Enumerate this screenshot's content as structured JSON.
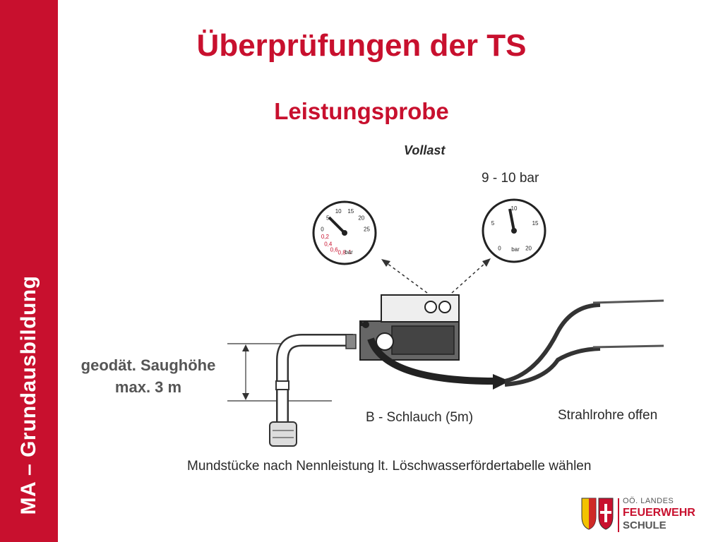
{
  "sidebar": {
    "text": "MA – Grundausbildung"
  },
  "title": "Überprüfungen der TS",
  "subtitle": "Leistungsprobe",
  "diagram": {
    "vollast": "Vollast",
    "pressure": "9 - 10 bar",
    "saughoehe_line1": "geodät. Saughöhe",
    "saughoehe_line2": "max. 3 m",
    "b_schlauch": "B - Schlauch (5m)",
    "strahlrohre": "Strahlrohre offen",
    "mundstuecke": "Mundstücke nach Nennleistung lt. Löschwasserfördertabelle wählen",
    "gauge_left_ticks": [
      "0",
      "5",
      "10",
      "15",
      "20",
      "25"
    ],
    "gauge_left_vacuum": [
      "0,2",
      "0,4",
      "0,6",
      "0,8",
      "1"
    ],
    "gauge_left_unit": "bar",
    "gauge_right_ticks": [
      "0",
      "5",
      "10",
      "15",
      "20"
    ],
    "gauge_right_unit": "bar"
  },
  "logo": {
    "line1": "OÖ. LANDES",
    "line2": "FEUERWEHR",
    "line3": "SCHULE"
  },
  "colors": {
    "accent": "#c8102e",
    "sidebar_text": "#ffffff",
    "label_grey": "#555555"
  }
}
